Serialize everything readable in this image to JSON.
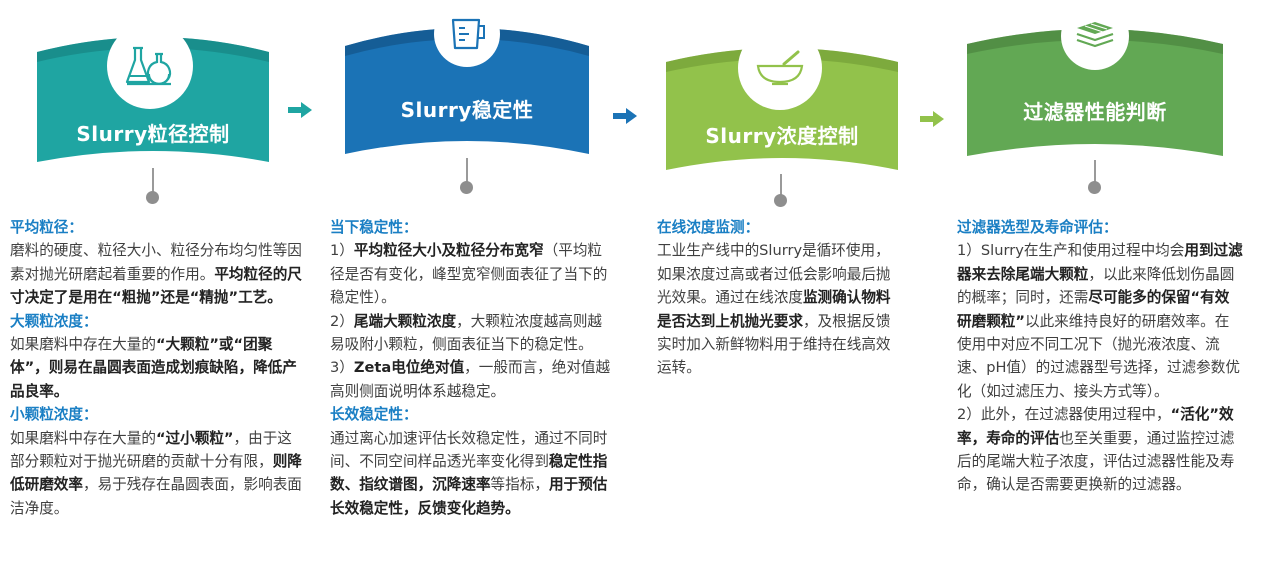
{
  "colors": {
    "teal": "#1fa5a2",
    "blue": "#1b73b6",
    "lime": "#92c24b",
    "green": "#62a854",
    "heading": "#1a7fc4"
  },
  "cards": [
    {
      "title": "Slurry粒径控制",
      "icon": "flask-icon",
      "sections": [
        {
          "heading": "平均粒径：",
          "paragraphs": [
            [
              {
                "t": "磨料的硬度、粒径大小、粒径分布均匀性等因素对抛光研磨起着重要的作用。",
                "b": false
              },
              {
                "t": "平均粒径的尺寸决定了是用在“粗抛”还是“精抛”工艺。",
                "b": true
              }
            ]
          ]
        },
        {
          "heading": "大颗粒浓度：",
          "paragraphs": [
            [
              {
                "t": "如果磨料中存在大量的",
                "b": false
              },
              {
                "t": "“大颗粒”或“团聚体”，则易在晶圆表面造成划痕缺陷，降低产品良率。",
                "b": true
              }
            ]
          ]
        },
        {
          "heading": "小颗粒浓度：",
          "paragraphs": [
            [
              {
                "t": "如果磨料中存在大量的",
                "b": false
              },
              {
                "t": "“过小颗粒”",
                "b": true
              },
              {
                "t": "，由于这部分颗粒对于抛光研磨的贡献十分有限，",
                "b": false
              },
              {
                "t": "则降低研磨效率",
                "b": true
              },
              {
                "t": "，易于残存在晶圆表面，影响表面洁净度。",
                "b": false
              }
            ]
          ]
        }
      ]
    },
    {
      "title": "Slurry稳定性",
      "icon": "measuring-cup-icon",
      "sections": [
        {
          "heading": "当下稳定性：",
          "paragraphs": [
            [
              {
                "t": "1）",
                "b": false
              },
              {
                "t": "平均粒径大小及粒径分布宽窄",
                "b": true
              },
              {
                "t": "（平均粒径是否有变化，峰型宽窄侧面表征了当下的稳定性）。",
                "b": false
              }
            ],
            [
              {
                "t": "2）",
                "b": false
              },
              {
                "t": "尾端大颗粒浓度",
                "b": true
              },
              {
                "t": "，大颗粒浓度越高则越易吸附小颗粒，侧面表征当下的稳定性。",
                "b": false
              }
            ],
            [
              {
                "t": "3）",
                "b": false
              },
              {
                "t": "Zeta电位绝对值",
                "b": true
              },
              {
                "t": "，一般而言，绝对值越高则侧面说明体系越稳定。",
                "b": false
              }
            ]
          ]
        },
        {
          "heading": "长效稳定性：",
          "paragraphs": [
            [
              {
                "t": "通过离心加速评估长效稳定性，通过不同时间、不同空间样品透光率变化得到",
                "b": false
              },
              {
                "t": "稳定性指数、指纹谱图，沉降速率",
                "b": true
              },
              {
                "t": "等指标，",
                "b": false
              },
              {
                "t": "用于预估长效稳定性，反馈变化趋势。",
                "b": true
              }
            ]
          ]
        }
      ]
    },
    {
      "title": "Slurry浓度控制",
      "icon": "mortar-bowl-icon",
      "sections": [
        {
          "heading": "在线浓度监测：",
          "paragraphs": [
            [
              {
                "t": "工业生产线中的Slurry是循环使用，如果浓度过高或者过低会影响最后抛光效果。通过在线浓度",
                "b": false
              },
              {
                "t": "监测确认物料是否达到上机抛光要求",
                "b": true
              },
              {
                "t": "，及根据反馈实时加入新鲜物料用于维持在线高效运转。",
                "b": false
              }
            ]
          ]
        }
      ]
    },
    {
      "title": "过滤器性能判断",
      "icon": "filter-stack-icon",
      "sections": [
        {
          "heading": "过滤器选型及寿命评估：",
          "paragraphs": [
            [
              {
                "t": "1）Slurry在生产和使用过程中均会",
                "b": false
              },
              {
                "t": "用到过滤器来去除尾端大颗粒",
                "b": true
              },
              {
                "t": "，以此来降低划伤晶圆的概率；同时，还需",
                "b": false
              },
              {
                "t": "尽可能多的保留“有效研磨颗粒”",
                "b": true
              },
              {
                "t": "以此来维持良好的研磨效率。在使用中对应不同工况下（抛光液浓度、流速、pH值）的过滤器型号选择，过滤参数优化（如过滤压力、接头方式等）。",
                "b": false
              }
            ],
            [
              {
                "t": "2）此外，在过滤器使用过程中，",
                "b": false
              },
              {
                "t": "“活化”效率，寿命的评估",
                "b": true
              },
              {
                "t": "也至关重要，通过监控过滤后的尾端大粒子浓度，评估过滤器性能及寿命，确认是否需要更换新的过滤器。",
                "b": false
              }
            ]
          ]
        }
      ]
    }
  ]
}
